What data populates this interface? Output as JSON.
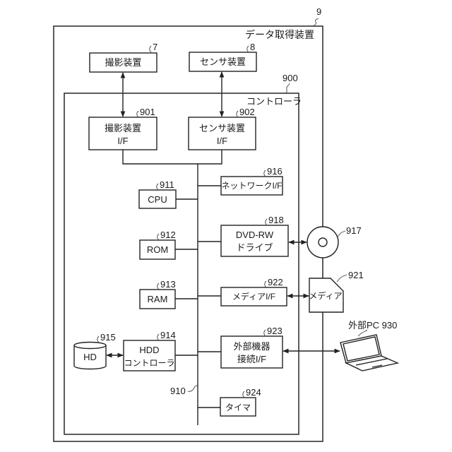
{
  "device": {
    "label": "データ取得装置",
    "ref": "9"
  },
  "external": {
    "camera": {
      "label": "撮影装置",
      "ref": "7"
    },
    "sensor": {
      "label": "センサ装置",
      "ref": "8"
    },
    "disc": {
      "ref": "917"
    },
    "media": {
      "label": "メディア",
      "ref": "921"
    },
    "pc": {
      "label": "外部PC 930"
    }
  },
  "controller": {
    "label": "コントローラ",
    "ref": "900",
    "bus": {
      "ref": "910"
    },
    "components": {
      "camera_if": {
        "lines": [
          "撮影装置",
          "I/F"
        ],
        "ref": "901"
      },
      "sensor_if": {
        "lines": [
          "センサ装置",
          "I/F"
        ],
        "ref": "902"
      },
      "cpu": {
        "label": "CPU",
        "ref": "911"
      },
      "rom": {
        "label": "ROM",
        "ref": "912"
      },
      "ram": {
        "label": "RAM",
        "ref": "913"
      },
      "hdd_controller": {
        "lines": [
          "HDD",
          "コントローラ"
        ],
        "ref": "914"
      },
      "hd": {
        "label": "HD",
        "ref": "915"
      },
      "network_if": {
        "label": "ネットワークI/F",
        "ref": "916"
      },
      "dvd_drive": {
        "lines": [
          "DVD-RW",
          "ドライブ"
        ],
        "ref": "918"
      },
      "media_if": {
        "label": "メディアI/F",
        "ref": "922"
      },
      "external_if": {
        "lines": [
          "外部機器",
          "接続I/F"
        ],
        "ref": "923"
      },
      "timer": {
        "label": "タイマ",
        "ref": "924"
      }
    }
  }
}
